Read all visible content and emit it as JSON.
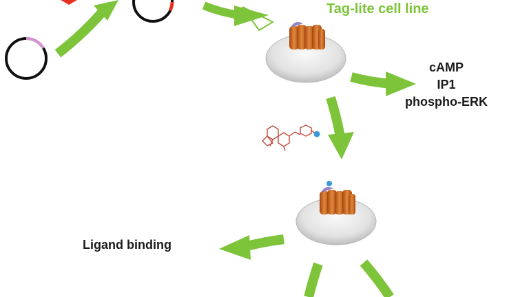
{
  "labels": {
    "cell_line": "Tag-lite cell line",
    "ligand_binding": "Ligand binding"
  },
  "readouts": [
    "cAMP",
    "IP1",
    "phospho-ERK"
  ],
  "colors": {
    "arrow_green": "#7dc43a",
    "label_green": "#7dc43a",
    "text_dark": "#1a1a1a",
    "plasmid_ring": "#111111",
    "plasmid_pink": "#d894d0",
    "plasmid_red": "#e8301e",
    "receptor_orange": "#d2691e",
    "receptor_dark": "#8b3a0f",
    "receptor_purple": "#8070b8",
    "cell_gray": "#e2e2e2",
    "ligand_red": "#c04a3c",
    "ligand_blue": "#3a9ad8"
  }
}
